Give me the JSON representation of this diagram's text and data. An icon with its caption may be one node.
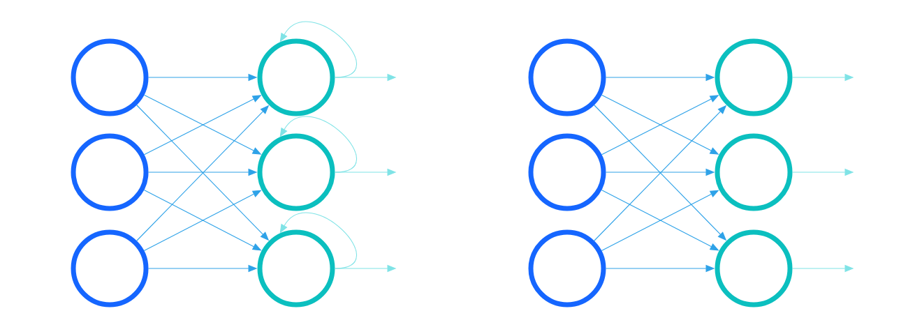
{
  "diagram": {
    "nodes": [
      {
        "text": [],
        "shape": "circle"
      },
      {
        "text": [],
        "shape": "circle"
      },
      {
        "text": [],
        "shape": "circle"
      },
      {
        "text": [],
        "shape": "circle"
      },
      {
        "text": [],
        "shape": "circle"
      },
      {
        "text": [],
        "shape": "circle"
      },
      {
        "text": [],
        "shape": "circle"
      },
      {
        "text": [],
        "shape": "circle"
      },
      {
        "text": [],
        "shape": "circle"
      },
      {
        "text": [],
        "shape": "circle"
      },
      {
        "text": [],
        "shape": "circle"
      },
      {
        "text": [],
        "shape": "circle"
      }
    ],
    "edges": [
      {
        "from": 0,
        "to": 3,
        "arrow": "to"
      },
      {
        "from": 0,
        "to": 4,
        "arrow": "to"
      },
      {
        "from": 0,
        "to": 5,
        "arrow": "to"
      },
      {
        "from": 1,
        "to": 3,
        "arrow": "to"
      },
      {
        "from": 1,
        "to": 4,
        "arrow": "to"
      },
      {
        "from": 1,
        "to": 5,
        "arrow": "to"
      },
      {
        "from": 2,
        "to": 3,
        "arrow": "to"
      },
      {
        "from": 2,
        "to": 4,
        "arrow": "to"
      },
      {
        "from": 2,
        "to": 5,
        "arrow": "to"
      },
      {
        "from": 3,
        "to": 3,
        "arrow": "to",
        "color": "#7fe3e6"
      },
      {
        "from": 4,
        "to": 4,
        "arrow": "to",
        "color": "#7fe3e6"
      },
      {
        "from": 5,
        "to": 5,
        "arrow": "to",
        "color": "#7fe3e6"
      },
      {
        "from": 3,
        "to": null,
        "arrow": "to",
        "color": "#7fe3e6"
      },
      {
        "from": 4,
        "to": null,
        "arrow": "to",
        "color": "#7fe3e6"
      },
      {
        "from": 5,
        "to": null,
        "arrow": "to",
        "color": "#7fe3e6"
      },
      {
        "from": 6,
        "to": 9,
        "arrow": "to"
      },
      {
        "from": 6,
        "to": 10,
        "arrow": "to"
      },
      {
        "from": 6,
        "to": 11,
        "arrow": "to"
      },
      {
        "from": 7,
        "to": 9,
        "arrow": "to"
      },
      {
        "from": 7,
        "to": 10,
        "arrow": "to"
      },
      {
        "from": 7,
        "to": 11,
        "arrow": "to"
      },
      {
        "from": 8,
        "to": 9,
        "arrow": "to"
      },
      {
        "from": 8,
        "to": 10,
        "arrow": "to"
      },
      {
        "from": 8,
        "to": 11,
        "arrow": "to"
      },
      {
        "from": 9,
        "to": null,
        "arrow": "to",
        "color": "#7fe3e6"
      },
      {
        "from": 10,
        "to": null,
        "arrow": "to",
        "color": "#7fe3e6"
      },
      {
        "from": 11,
        "to": null,
        "arrow": "to",
        "color": "#7fe3e6"
      }
    ]
  }
}
